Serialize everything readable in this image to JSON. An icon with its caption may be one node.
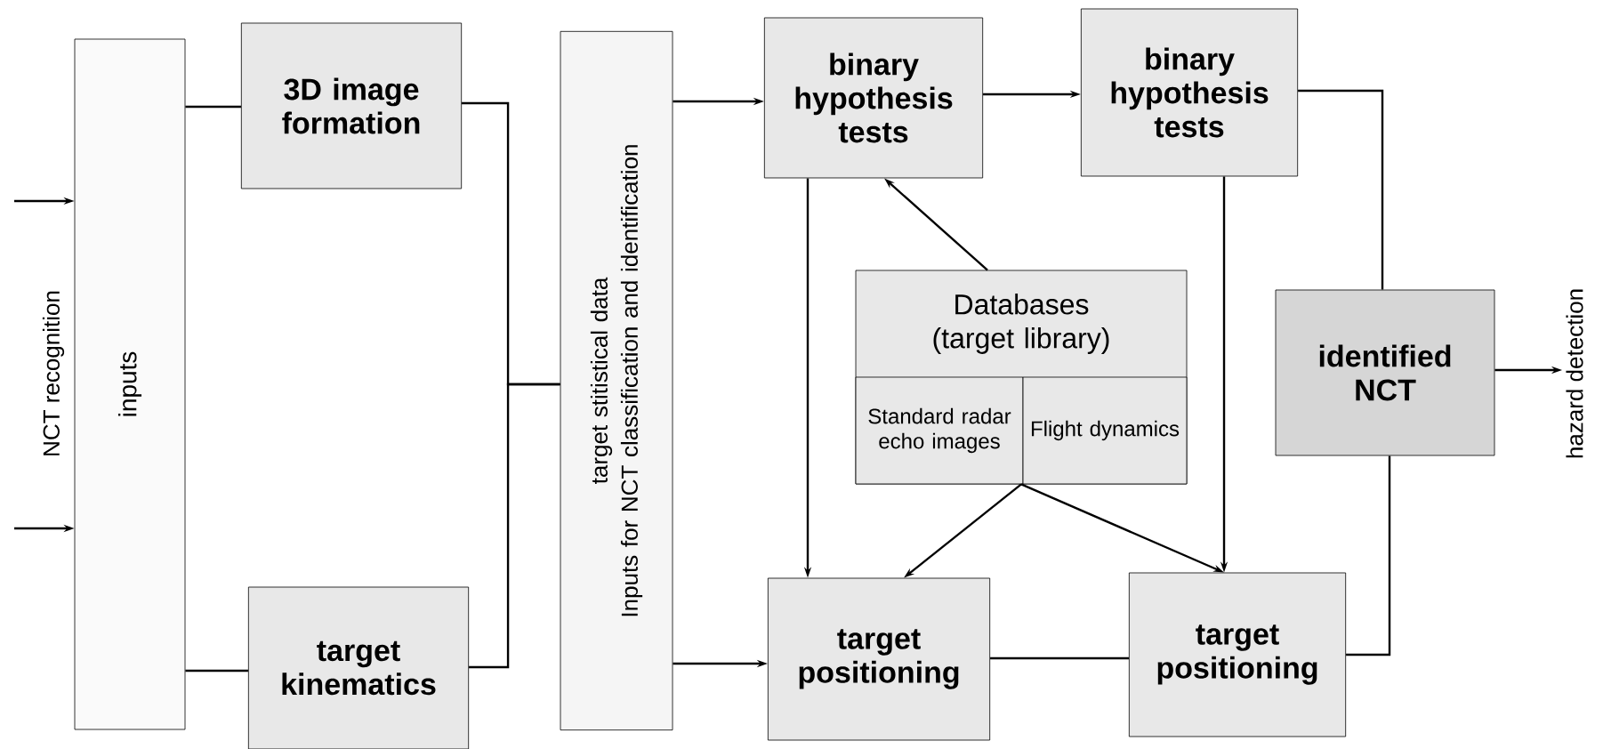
{
  "diagram": {
    "nodes": [
      {
        "text": [
          "inputs"
        ]
      },
      {
        "text": [
          "3D image formation"
        ]
      },
      {
        "text": [
          "target kinematics"
        ]
      },
      {
        "text": [
          "target stitistical data",
          "Inputs for NCT classification and identification"
        ]
      },
      {
        "text": [
          "binary hypothesis tests"
        ]
      },
      {
        "text": [
          "binary hypothesis tests"
        ]
      },
      {
        "text": [
          "Databases (target library)"
        ]
      },
      {
        "text": [
          "Standard radar echo images"
        ],
        "in": 6
      },
      {
        "text": [
          "Flight dynamics"
        ],
        "in": 6
      },
      {
        "text": [
          "identified NCT"
        ]
      },
      {
        "text": [
          "target positioning"
        ]
      },
      {
        "text": [
          "target positioning"
        ]
      },
      {
        "text": [
          "hazard detection"
        ]
      }
    ],
    "edges": [
      {
        "from": null,
        "to": 0,
        "arrow": "to"
      },
      {
        "from": null,
        "to": 0,
        "arrow": "to"
      },
      {
        "from": 0,
        "to": 1,
        "arrow": "none"
      },
      {
        "from": 0,
        "to": 2,
        "arrow": "none"
      },
      {
        "from": 1,
        "to": 3,
        "arrow": "none"
      },
      {
        "from": 2,
        "to": 3,
        "arrow": "none"
      },
      {
        "from": 3,
        "to": 4,
        "arrow": "to"
      },
      {
        "from": 3,
        "to": 10,
        "arrow": "to"
      },
      {
        "from": 4,
        "to": 5,
        "arrow": "to"
      },
      {
        "from": 4,
        "to": 10,
        "arrow": "to"
      },
      {
        "from": 6,
        "to": 4,
        "arrow": "to"
      },
      {
        "from": 6,
        "to": 10,
        "arrow": "to"
      },
      {
        "from": 6,
        "to": 11,
        "arrow": "to"
      },
      {
        "from": 5,
        "to": 11,
        "arrow": "to"
      },
      {
        "from": 5,
        "to": 9,
        "arrow": "none"
      },
      {
        "from": 10,
        "to": 11,
        "arrow": "none"
      },
      {
        "from": 11,
        "to": 9,
        "arrow": "none"
      },
      {
        "from": 9,
        "to": 12,
        "arrow": "to"
      }
    ],
    "labels": [
      "NCT recognition"
    ]
  }
}
